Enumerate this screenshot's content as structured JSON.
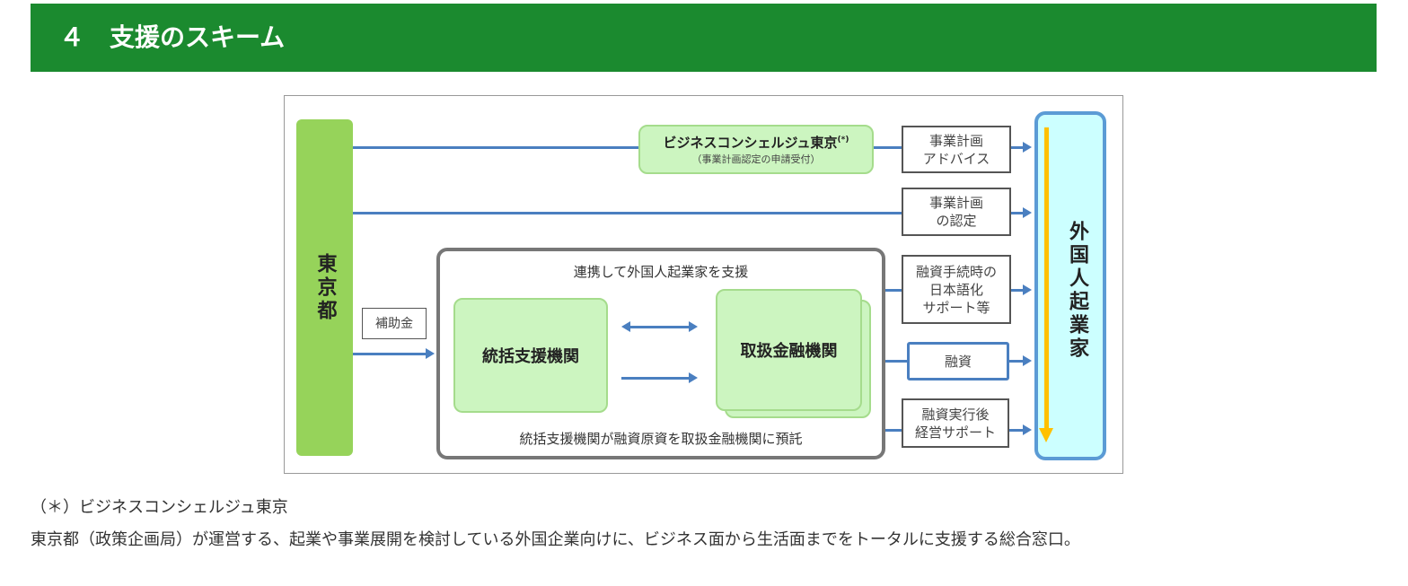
{
  "header": {
    "title": "４　支援のスキーム"
  },
  "diagram": {
    "tokyo": "東京都",
    "concierge": {
      "name": "ビジネスコンシェルジュ東京",
      "mark": "(*)",
      "sub": "（事業計画認定の申請受付）"
    },
    "subsidy": "補助金",
    "group_caption_top": "連携して外国人起業家を支援",
    "group_caption_bottom": "統括支援機関が融資原資を取扱金融機関に預託",
    "org_left": "統括支援機関",
    "org_right": "取扱金融機関",
    "outputs": [
      "事業計画\nアドバイス",
      "事業計画\nの認定",
      "融資手続時の\n日本語化\nサポート等",
      "融資",
      "融資実行後\n経営サポート"
    ],
    "target": "外国人起業家",
    "colors": {
      "header": "#1b8a2f",
      "tokyo": "#96d35a",
      "target": "#ccffff",
      "arrow": "#4a7fc0",
      "timeline": "#ffc000"
    }
  },
  "footnote": {
    "title": "（＊）ビジネスコンシェルジュ東京",
    "body": "東京都（政策企画局）が運営する、起業や事業展開を検討している外国企業向けに、ビジネス面から生活面までをトータルに支援する総合窓口。"
  }
}
